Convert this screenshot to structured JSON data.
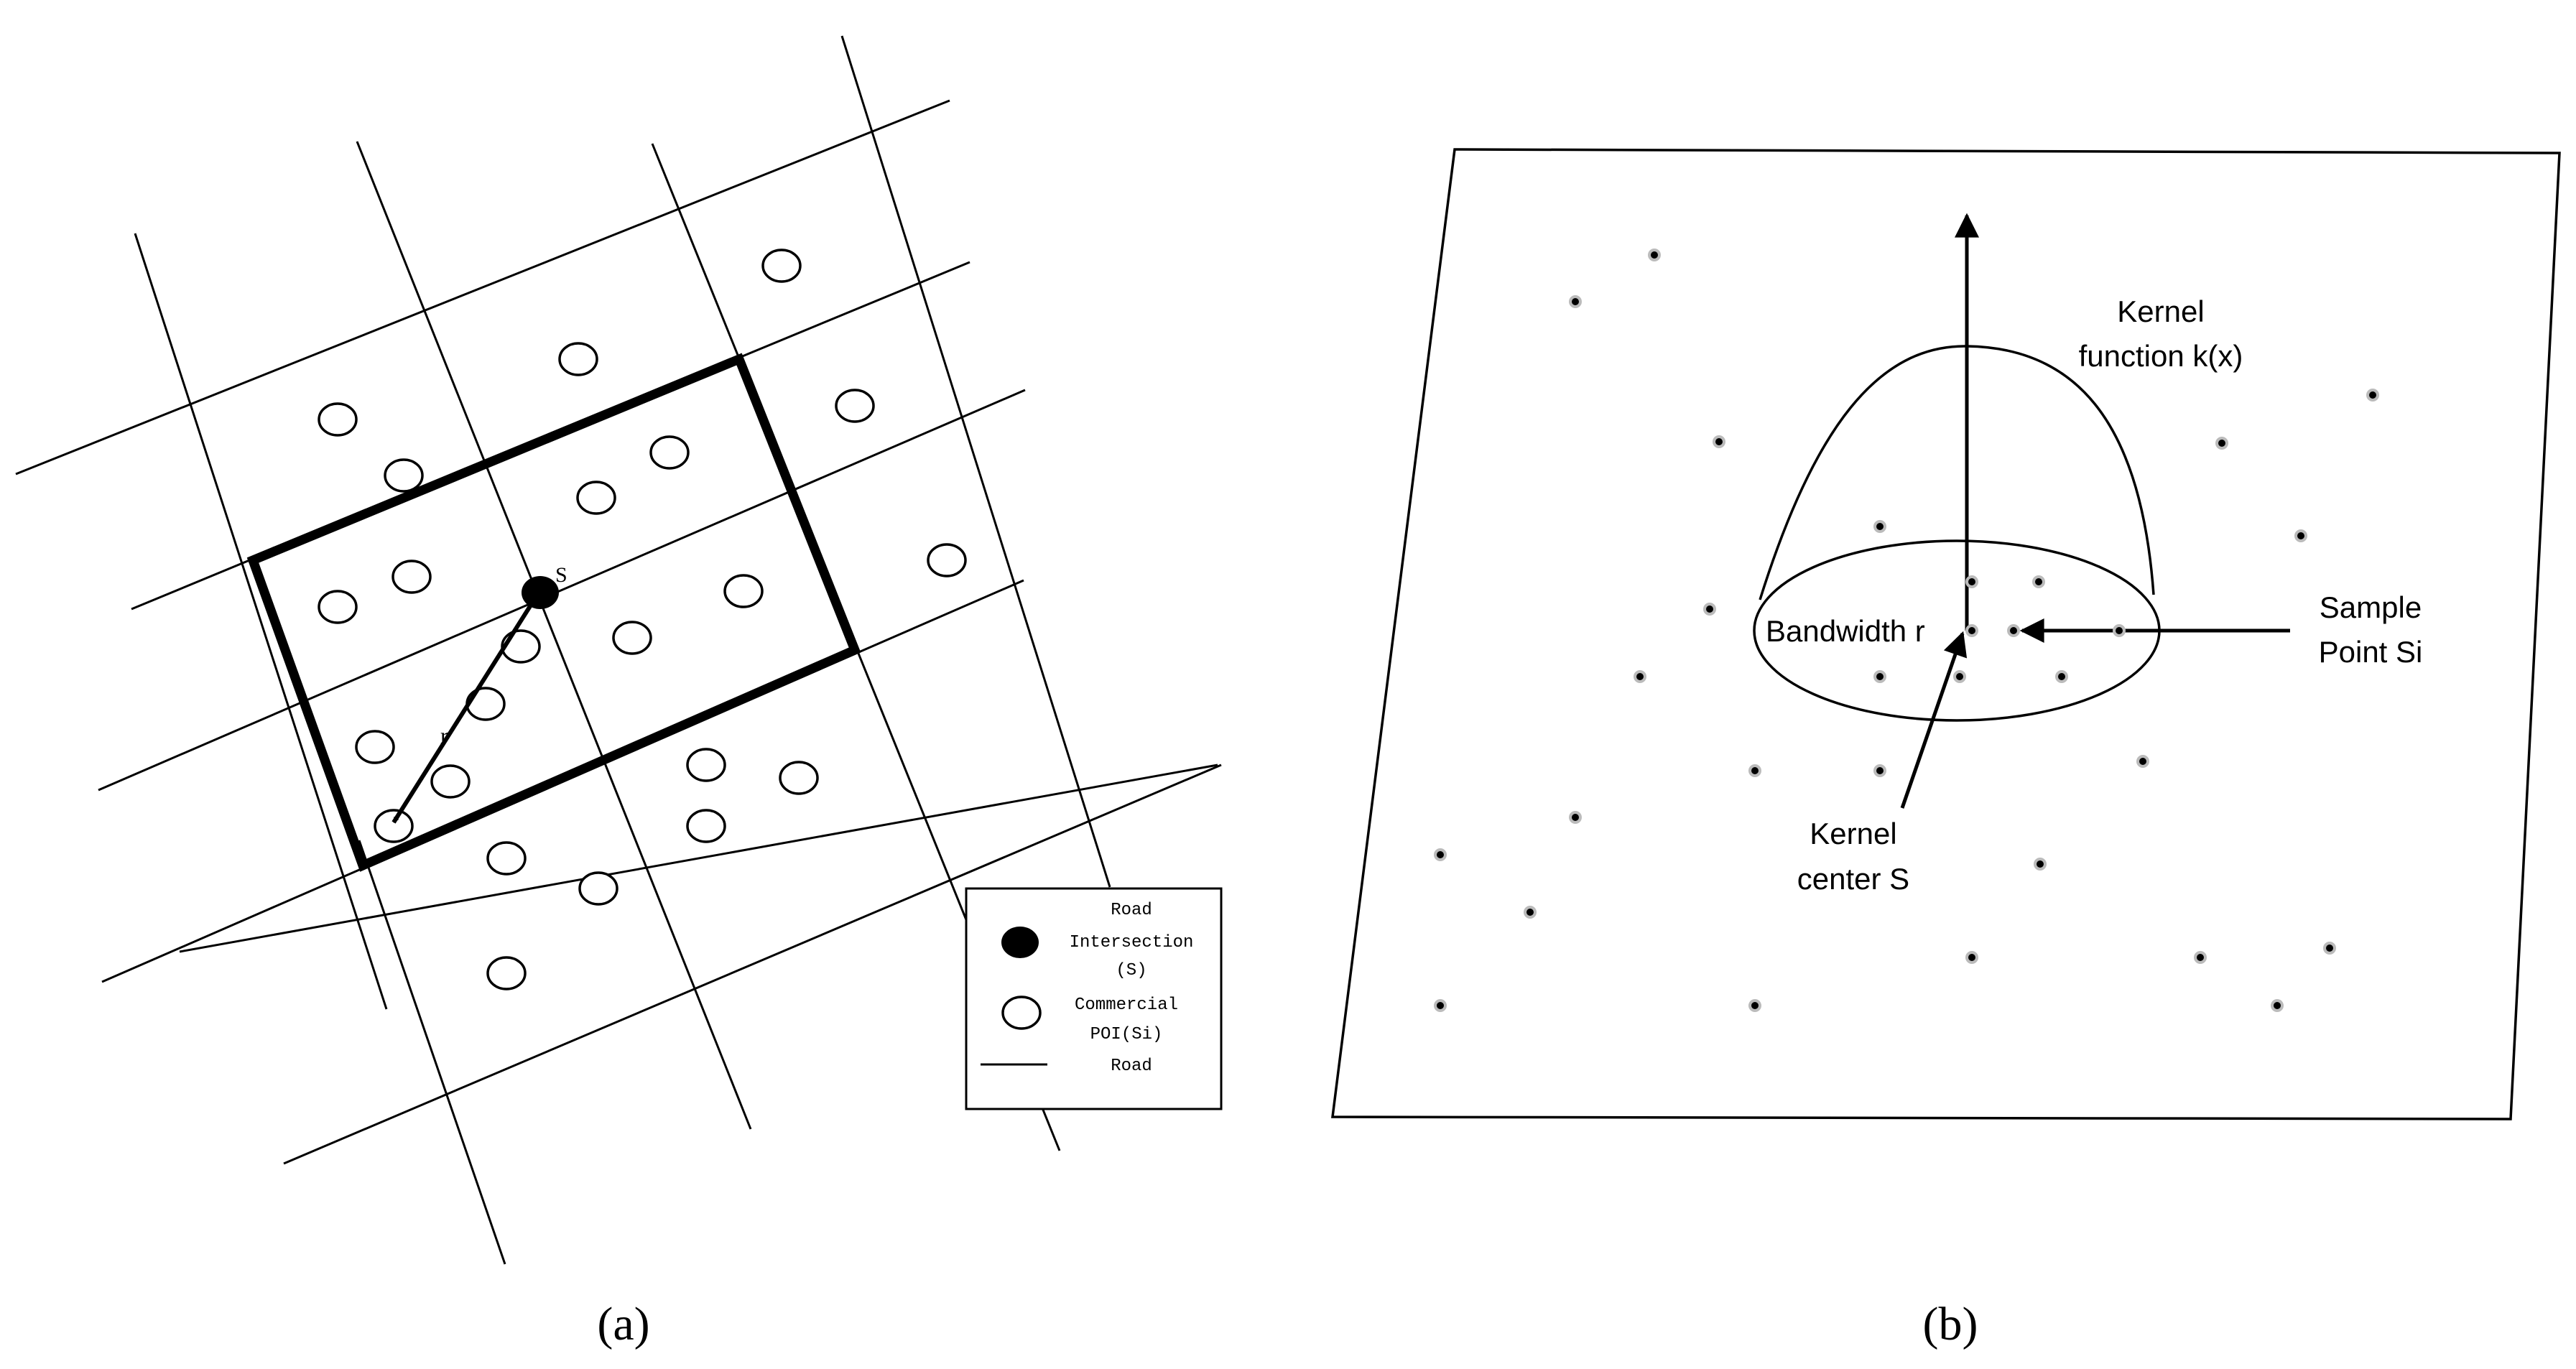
{
  "panel_a": {
    "caption": "(a)",
    "intersection_label": "S",
    "radius_label": "r",
    "legend": {
      "intersection_line1": "Road",
      "intersection_line2": "Intersection",
      "intersection_line3": "(S)",
      "poi_line1": "Commercial",
      "poi_line2": "POI(Si)",
      "road_label": "Road"
    }
  },
  "panel_b": {
    "caption": "(b)",
    "kernel_function_line1": "Kernel",
    "kernel_function_line2": "function k(x)",
    "bandwidth_label": "Bandwidth r",
    "sample_point_line1": "Sample",
    "sample_point_line2": "Point Si",
    "kernel_center_line1": "Kernel",
    "kernel_center_line2": "center S"
  }
}
